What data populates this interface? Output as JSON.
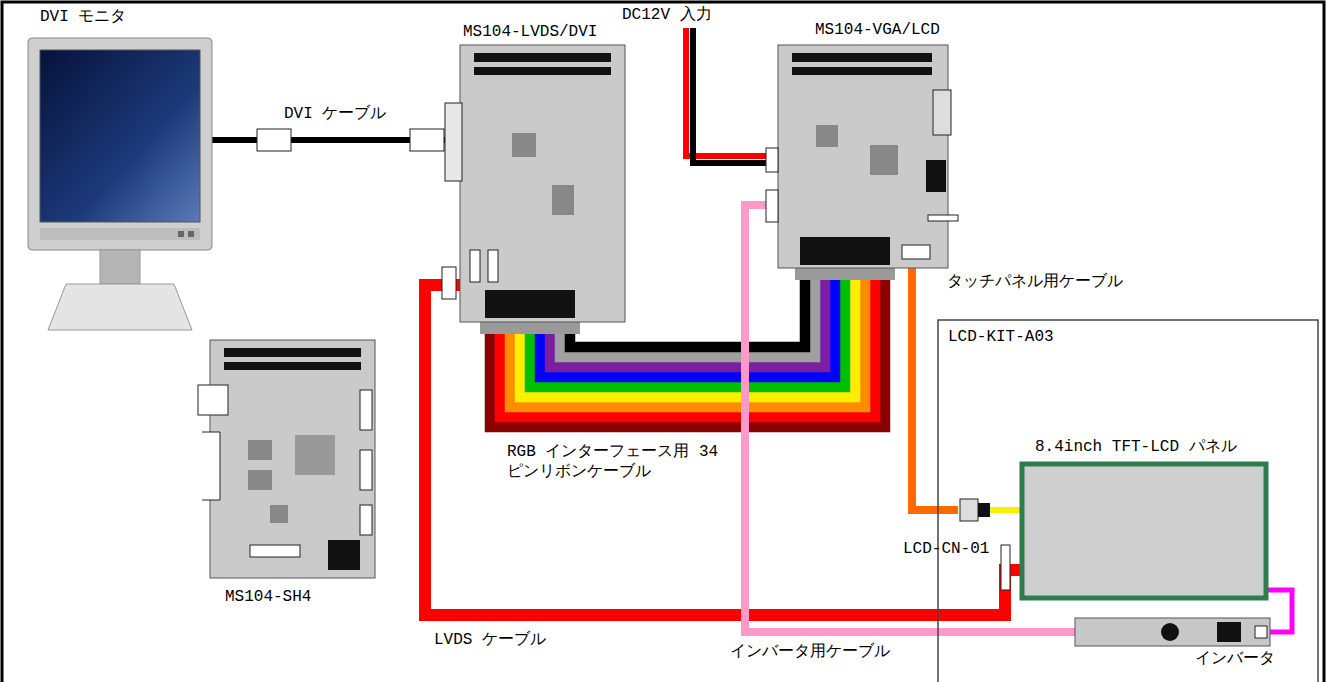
{
  "diagram": {
    "nodes": [
      {
        "text": [
          "DVI モニタ"
        ]
      },
      {
        "text": [
          "MS104-LVDS/DVI"
        ]
      },
      {
        "text": [
          "MS104-VGA/LCD"
        ]
      },
      {
        "text": [
          "MS104-SH4"
        ]
      },
      {
        "text": [
          "LCD-KIT-A03"
        ]
      },
      {
        "text": [
          "8.4inch TFT-LCD パネル"
        ],
        "in": 4
      },
      {
        "text": [
          "LCD-CN-01"
        ],
        "in": 4
      },
      {
        "text": [
          "インバータ"
        ],
        "in": 4
      }
    ],
    "edges": [
      {
        "from": 0,
        "to": 1,
        "label": "DVI ケーブル",
        "arrow": "none"
      },
      {
        "from": 1,
        "to": 2,
        "label": "RGB インターフェース用 34 ピンリボンケーブル",
        "arrow": "none"
      },
      {
        "from": 1,
        "to": 5,
        "label": "LVDS ケーブル",
        "arrow": "none"
      },
      {
        "from": 2,
        "to": 6,
        "label": "タッチパネル用ケーブル",
        "arrow": "none"
      },
      {
        "from": 6,
        "to": 5,
        "arrow": "none"
      },
      {
        "from": 2,
        "to": 7,
        "label": "インバータ用ケーブル",
        "arrow": "none"
      },
      {
        "from": 5,
        "to": 7,
        "arrow": "none"
      }
    ],
    "labels": [
      "DC12V 入力"
    ]
  }
}
